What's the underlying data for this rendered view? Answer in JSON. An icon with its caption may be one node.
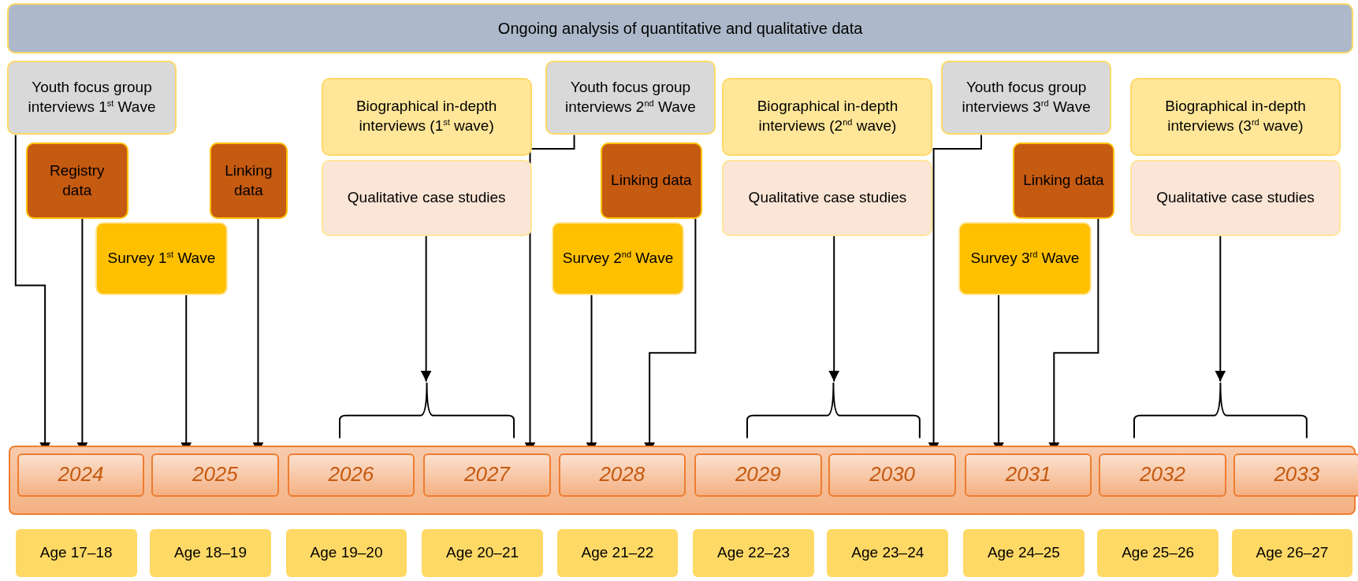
{
  "diagram": {
    "nodes": [
      {
        "text": [
          "Ongoing analysis of quantitative and qualitative data"
        ]
      },
      {
        "text": [
          "Youth focus group interviews 1$^{st}$ Wave"
        ]
      },
      {
        "text": [
          "Registry data"
        ]
      },
      {
        "text": [
          "Survey 1$^{st}$ Wave"
        ]
      },
      {
        "text": [
          "Linking data"
        ]
      },
      {
        "text": [
          "Biographical in-depth interviews (1$^{st}$ wave)"
        ]
      },
      {
        "text": [
          "Qualitative case studies"
        ]
      },
      {
        "text": [
          "Youth focus group interviews 2$^{nd}$ Wave"
        ]
      },
      {
        "text": [
          "Linking data"
        ]
      },
      {
        "text": [
          "Survey 2$^{nd}$ Wave"
        ]
      },
      {
        "text": [
          "Biographical in-depth interviews (2$^{nd}$ wave)"
        ]
      },
      {
        "text": [
          "Qualitative case studies"
        ]
      },
      {
        "text": [
          "Youth focus group interviews 3$^{rd}$ Wave"
        ]
      },
      {
        "text": [
          "Linking data"
        ]
      },
      {
        "text": [
          "Survey 3$^{rd}$ Wave"
        ]
      },
      {
        "text": [
          "Biographical in-depth interviews (3$^{rd}$ wave)"
        ]
      },
      {
        "text": [
          "Qualitative case studies"
        ]
      },
      {
        "text": [],
        "shape": "bar"
      },
      {
        "text": [
          "2024"
        ],
        "in": 17
      },
      {
        "text": [
          "2025"
        ],
        "in": 17
      },
      {
        "text": [
          "2026"
        ],
        "in": 17
      },
      {
        "text": [
          "2027"
        ],
        "in": 17
      },
      {
        "text": [
          "2028"
        ],
        "in": 17
      },
      {
        "text": [
          "2029"
        ],
        "in": 17
      },
      {
        "text": [
          "2030"
        ],
        "in": 17
      },
      {
        "text": [
          "2031"
        ],
        "in": 17
      },
      {
        "text": [
          "2032"
        ],
        "in": 17
      },
      {
        "text": [
          "2033"
        ],
        "in": 17
      },
      {
        "text": [
          "Age 17–18"
        ]
      },
      {
        "text": [
          "Age 18–19"
        ]
      },
      {
        "text": [
          "Age 19–20"
        ]
      },
      {
        "text": [
          "Age 20–21"
        ]
      },
      {
        "text": [
          "Age 21–22"
        ]
      },
      {
        "text": [
          "Age 22–23"
        ]
      },
      {
        "text": [
          "Age 23–24"
        ]
      },
      {
        "text": [
          "Age 24–25"
        ]
      },
      {
        "text": [
          "Age 25–26"
        ]
      },
      {
        "text": [
          "Age 26–27"
        ]
      },
      {
        "text": [],
        "shape": "bracket"
      },
      {
        "text": [],
        "shape": "bracket"
      },
      {
        "text": [],
        "shape": "bracket"
      }
    ],
    "edges": [
      {
        "from": 1,
        "to": 18,
        "arrow": "to"
      },
      {
        "from": 2,
        "to": 18,
        "arrow": "to"
      },
      {
        "from": 3,
        "to": 19,
        "arrow": "to"
      },
      {
        "from": 4,
        "to": 19,
        "arrow": "to"
      },
      {
        "from": 6,
        "to": 38,
        "arrow": "to"
      },
      {
        "from": 7,
        "to": 21,
        "arrow": "to"
      },
      {
        "from": 8,
        "to": 22,
        "arrow": "to"
      },
      {
        "from": 9,
        "to": 22,
        "arrow": "to"
      },
      {
        "from": 11,
        "to": 39,
        "arrow": "to"
      },
      {
        "from": 12,
        "to": 24,
        "arrow": "to"
      },
      {
        "from": 13,
        "to": 25,
        "arrow": "to"
      },
      {
        "from": 14,
        "to": 25,
        "arrow": "to"
      },
      {
        "from": 16,
        "to": 40,
        "arrow": "to"
      }
    ]
  }
}
